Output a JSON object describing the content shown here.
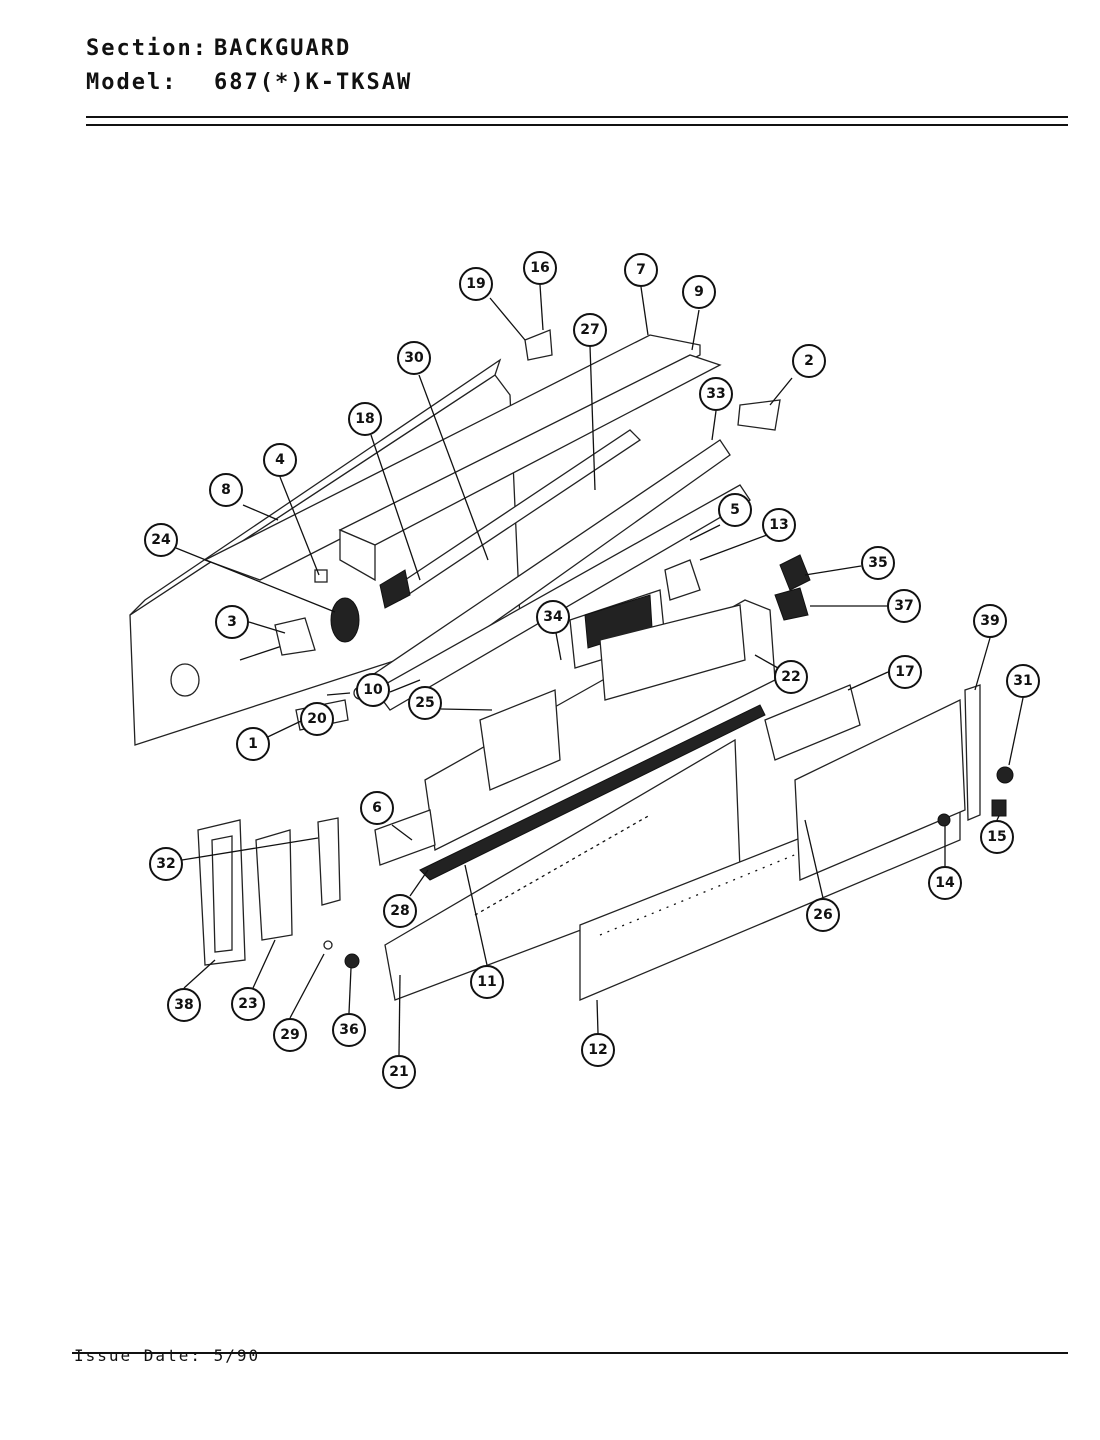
{
  "header": {
    "section_label": "Section:",
    "section_value": "BACKGUARD",
    "model_label": "Model:",
    "model_value": "687(*)K-TKSAW"
  },
  "footer": {
    "issue_date": "Issue Date: 5/90"
  },
  "callouts": [
    "1",
    "2",
    "3",
    "4",
    "5",
    "6",
    "7",
    "8",
    "9",
    "10",
    "11",
    "12",
    "13",
    "14",
    "15",
    "16",
    "17",
    "18",
    "19",
    "20",
    "21",
    "22",
    "23",
    "24",
    "25",
    "26",
    "27",
    "28",
    "29",
    "30",
    "31",
    "32",
    "33",
    "34",
    "35",
    "36",
    "37",
    "38",
    "39"
  ]
}
